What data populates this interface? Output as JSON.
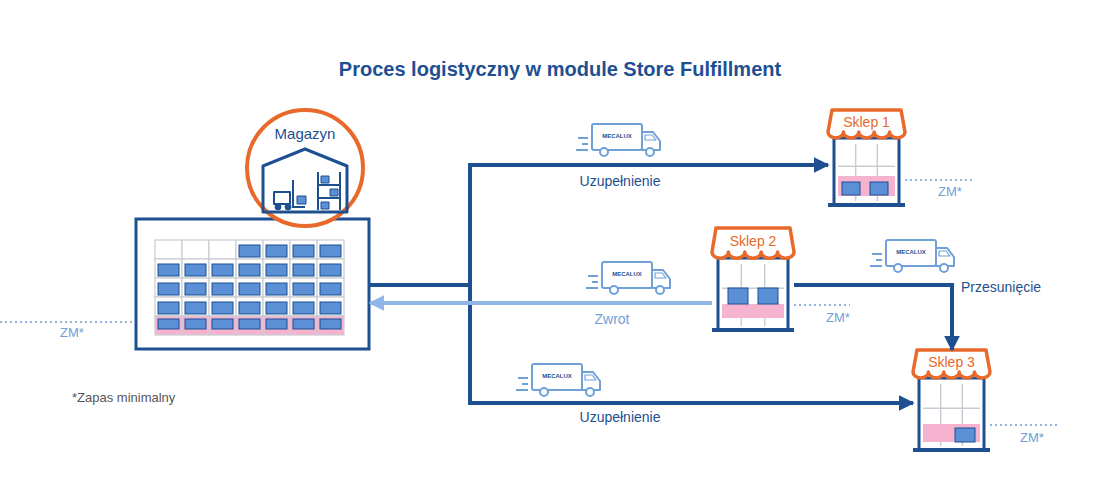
{
  "diagram": {
    "title": "Proces logistyczny w module Store Fulfillment",
    "nodes": [
      {
        "text": [
          "Magazyn"
        ]
      },
      {
        "text": [
          "Sklep 1"
        ]
      },
      {
        "text": [
          "Sklep 2"
        ]
      },
      {
        "text": [
          "Sklep 3"
        ]
      }
    ],
    "edges": [
      {
        "from": 0,
        "to": 1,
        "label": "Uzupełnienie",
        "arrow": "to"
      },
      {
        "from": 0,
        "to": 3,
        "label": "Uzupełnienie",
        "arrow": "to"
      },
      {
        "from": 2,
        "to": 0,
        "label": "Zwrot",
        "arrow": "to"
      },
      {
        "from": 2,
        "to": 3,
        "label": "Przesunięcie",
        "arrow": "to"
      }
    ],
    "labels": [
      "ZM*",
      "ZM*",
      "ZM*",
      "ZM*",
      "*Zapas minimalny",
      "MECALUX",
      "MECALUX",
      "MECALUX",
      "MECALUX"
    ]
  }
}
